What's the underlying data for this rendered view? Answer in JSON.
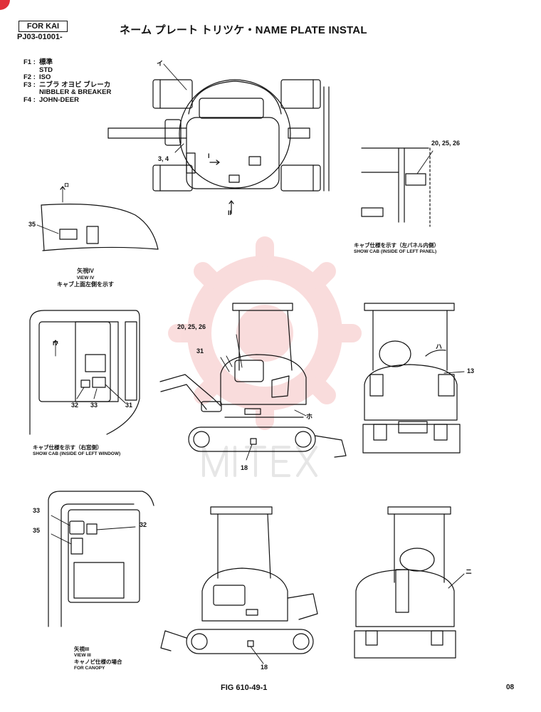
{
  "header": {
    "variant_label": "FOR KAI",
    "code": "PJ03-01001-",
    "title": "ネーム プレート トリツケ・NAME PLATE INSTAL"
  },
  "legend": [
    {
      "key": "F1 :",
      "lines": [
        "標準",
        "STD"
      ]
    },
    {
      "key": "F2 :",
      "lines": [
        "ISO"
      ]
    },
    {
      "key": "F3 :",
      "lines": [
        "ニブラ オヨビ ブレーカ",
        "NIBBLER & BREAKER"
      ]
    },
    {
      "key": "F4 :",
      "lines": [
        "JOHN-DEER"
      ]
    }
  ],
  "callouts": {
    "i": "イ",
    "ro": "ロ",
    "ha": "ハ",
    "ni": "ニ",
    "ho": "ホ",
    "part_3_4": "3, 4",
    "part_20_25_26_top": "20, 25, 26",
    "part_20_25_26_mid": "20, 25, 26",
    "part_35_a": "35",
    "part_31_a": "31",
    "part_32_a": "32",
    "part_33_a": "33",
    "part_31_b": "31",
    "part_13": "13",
    "part_18_a": "18",
    "part_33_b": "33",
    "part_35_b": "35",
    "part_32_b": "32",
    "part_18_b": "18",
    "view_I": "I",
    "view_II": "II",
    "view_IV": "IV"
  },
  "captions": {
    "view_iv": [
      "矢視IV",
      "VIEW IV",
      "キャブ上面左側を示す"
    ],
    "cab_left_panel": [
      "キャブ仕様を示す（左パネル内側）",
      "SHOW CAB (INSIDE OF LEFT PANEL)"
    ],
    "cab_right_window": [
      "キャブ仕様を示す（右窓側）",
      "SHOW CAB (INSIDE OF LEFT WINDOW)"
    ],
    "view_iii": [
      "矢視III",
      "VIEW III",
      "キャノピ仕様の場合",
      "FOR CANOPY"
    ]
  },
  "footer": {
    "figure": "FIG 610-49-1",
    "page": "08"
  }
}
